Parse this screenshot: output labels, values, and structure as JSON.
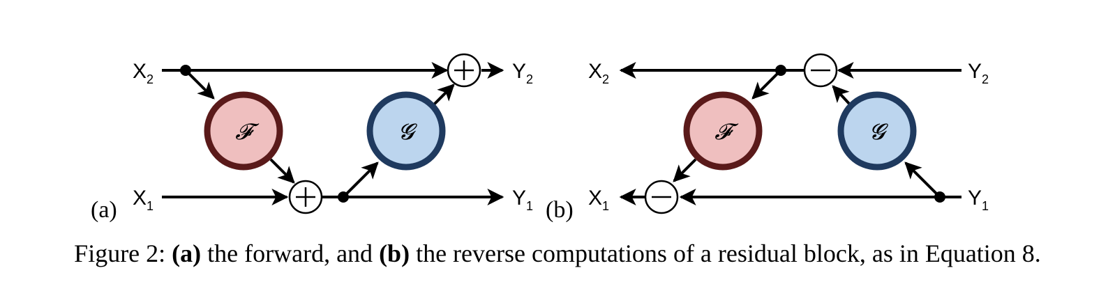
{
  "diagram": {
    "panel_a": {
      "tag": "(a)",
      "x2": "X",
      "x2_sub": "2",
      "x1": "X",
      "x1_sub": "1",
      "y2": "Y",
      "y2_sub": "2",
      "y1": "Y",
      "y1_sub": "1",
      "f_label": "𝓕",
      "g_label": "𝓖"
    },
    "panel_b": {
      "tag": "(b)",
      "x2": "X",
      "x2_sub": "2",
      "x1": "X",
      "x1_sub": "1",
      "y2": "Y",
      "y2_sub": "2",
      "y1": "Y",
      "y1_sub": "1",
      "f_label": "𝓕",
      "g_label": "𝓖"
    },
    "colors": {
      "f_fill": "#efbfbf",
      "f_stroke": "#5a1a1a",
      "g_fill": "#bcd5ee",
      "g_stroke": "#1f3a5f",
      "line": "#000000"
    }
  },
  "caption": {
    "prefix": "Figure 2: ",
    "a_label": "(a)",
    "middle": " the forward, and ",
    "b_label": "(b)",
    "suffix": " the reverse computations of a residual block, as in Equation 8."
  }
}
